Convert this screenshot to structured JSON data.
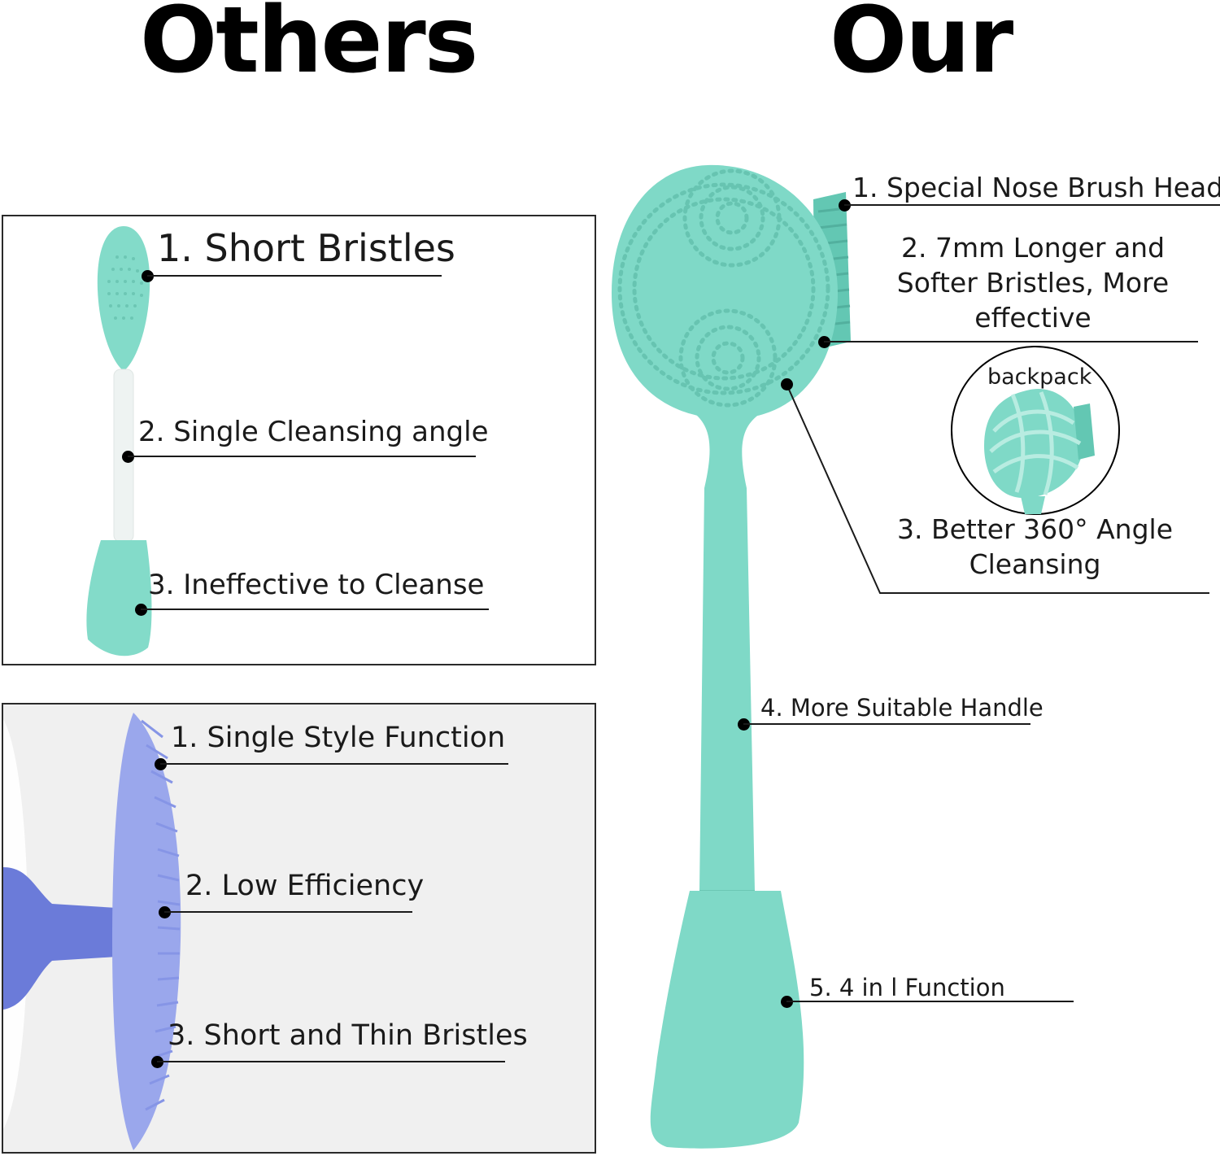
{
  "headings": {
    "others": "Others",
    "ours": "Our"
  },
  "colors": {
    "brush_mint": "#7fd9c7",
    "brush_periwinkle": "#9aa7ec",
    "panel_gray": "#f0f0f0"
  },
  "panel_top": {
    "labels": [
      "1. Short Bristles",
      "2. Single Cleansing angle",
      "3. Ineffective to Cleanse"
    ]
  },
  "panel_bottom": {
    "labels": [
      "1. Single Style Function",
      "2. Low Efficiency",
      "3. Short and Thin Bristles"
    ]
  },
  "ours": {
    "labels": [
      "1. Special Nose Brush Head",
      "2. 7mm Longer and Softer Bristles, More effective",
      "backpack",
      "3. Better 360° Angle Cleansing",
      "4. More Suitable Handle",
      "5. 4 in l Function"
    ]
  }
}
